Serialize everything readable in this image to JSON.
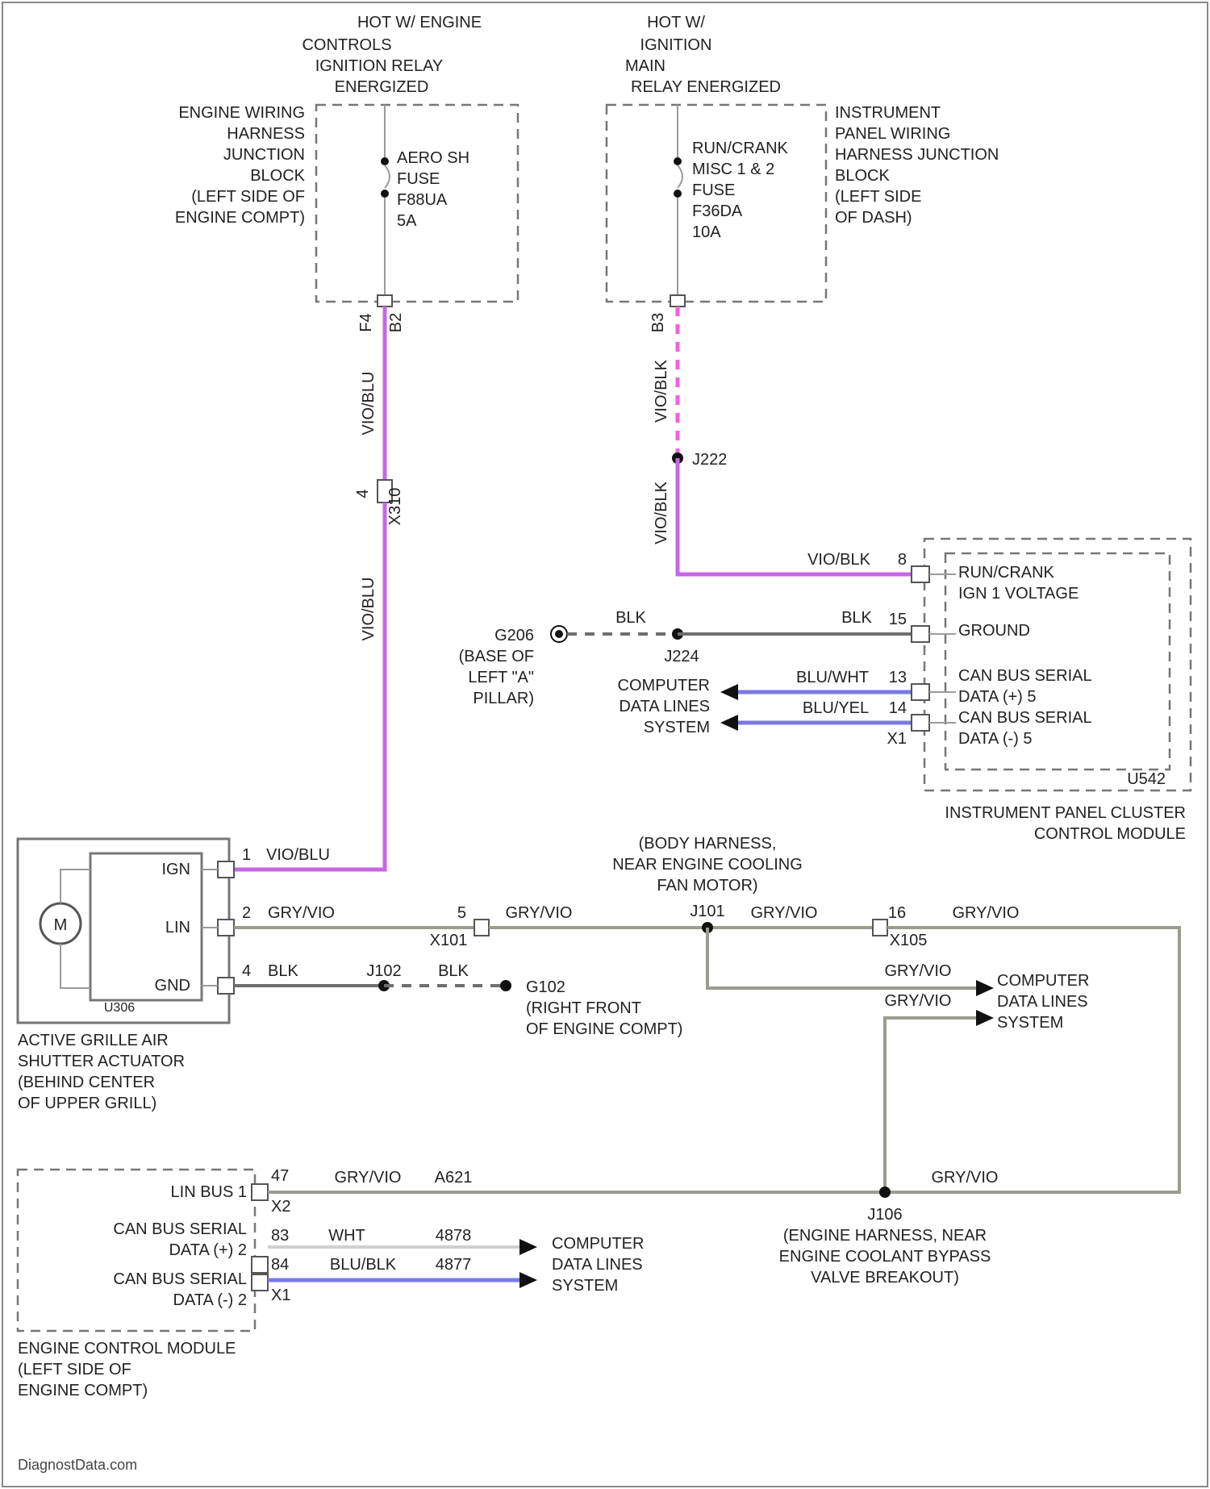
{
  "headers": {
    "hot_engine": [
      "HOT W/ ENGINE",
      "CONTROLS",
      "IGNITION RELAY",
      "ENERGIZED"
    ],
    "hot_ignition": [
      "HOT W/",
      "IGNITION",
      "MAIN",
      "RELAY ENERGIZED"
    ]
  },
  "engine_junction_block": {
    "label": [
      "ENGINE WIRING",
      "HARNESS",
      "JUNCTION",
      "BLOCK",
      "(LEFT SIDE OF",
      "ENGINE COMPT)"
    ],
    "fuse": [
      "AERO SH",
      "FUSE",
      "F88UA",
      "5A"
    ],
    "pin_left": "F4",
    "pin_right": "B2"
  },
  "ip_junction_block": {
    "label": [
      "INSTRUMENT",
      "PANEL WIRING",
      "HARNESS JUNCTION",
      "BLOCK",
      "(LEFT SIDE",
      "OF DASH)"
    ],
    "fuse": [
      "RUN/CRANK",
      "MISC 1 & 2",
      "FUSE",
      "F36DA",
      "10A"
    ],
    "pin": "B3"
  },
  "wires": {
    "vio_blu": "VIO/BLU",
    "vio_blk": "VIO/BLK",
    "blk": "BLK",
    "gry_vio": "GRY/VIO",
    "blu_wht": "BLU/WHT",
    "blu_yel": "BLU/YEL",
    "wht": "WHT",
    "blu_blk": "BLU/BLK"
  },
  "inline_connector": {
    "pin": "4",
    "id": "X310"
  },
  "splices": {
    "j222": "J222",
    "j224": "J224",
    "j101": "J101",
    "j102": "J102",
    "j106": "J106"
  },
  "grounds": {
    "g206": {
      "id": "G206",
      "label": [
        "(BASE OF",
        "LEFT \"A\"",
        "PILLAR)"
      ]
    },
    "g102": {
      "id": "G102",
      "label": [
        "(RIGHT FRONT",
        "OF ENGINE COMPT)"
      ]
    }
  },
  "ipc": {
    "pins": [
      "8",
      "15",
      "13",
      "14"
    ],
    "connector": "X1",
    "module_id": "U542",
    "functions": [
      "RUN/CRANK",
      "IGN 1 VOLTAGE",
      "GROUND",
      "CAN BUS SERIAL",
      "DATA (+) 5",
      "CAN BUS SERIAL",
      "DATA (-) 5"
    ],
    "label": [
      "INSTRUMENT PANEL CLUSTER",
      "CONTROL MODULE"
    ]
  },
  "computer_data_lines": [
    "COMPUTER",
    "DATA LINES",
    "SYSTEM"
  ],
  "body_harness": {
    "label": [
      "(BODY HARNESS,",
      "NEAR ENGINE COOLING",
      "FAN MOTOR)"
    ],
    "x101": {
      "pin": "5",
      "id": "X101"
    },
    "x105": {
      "pin": "16",
      "id": "X105"
    }
  },
  "actuator": {
    "motor": "M",
    "pins": [
      "1",
      "2",
      "4"
    ],
    "functions": [
      "IGN",
      "LIN",
      "GND"
    ],
    "module_id": "U306",
    "label": [
      "ACTIVE GRILLE AIR",
      "SHUTTER ACTUATOR",
      "(BEHIND CENTER",
      "OF UPPER GRILL)"
    ]
  },
  "ecm": {
    "functions": [
      "LIN BUS 1",
      "CAN BUS SERIAL",
      "DATA (+) 2",
      "CAN BUS SERIAL",
      "DATA (-) 2"
    ],
    "pins": [
      "47",
      "83",
      "84"
    ],
    "connectors": [
      "X2",
      "X1"
    ],
    "circuits": [
      "A621",
      "4878",
      "4877"
    ],
    "label": [
      "ENGINE CONTROL MODULE",
      "(LEFT SIDE OF",
      "ENGINE COMPT)"
    ]
  },
  "j106_label": [
    "(ENGINE HARNESS, NEAR",
    "ENGINE COOLANT BYPASS",
    "VALVE BREAKOUT)"
  ],
  "watermark": "DiagnostData.com",
  "colors": {
    "violet_wire": "#c866e6",
    "gray_wire": "#9a9e8e",
    "black_wire": "#6e6e6e",
    "blue_wire": "#7b78e6",
    "pink_dashed": "#f060e0"
  }
}
